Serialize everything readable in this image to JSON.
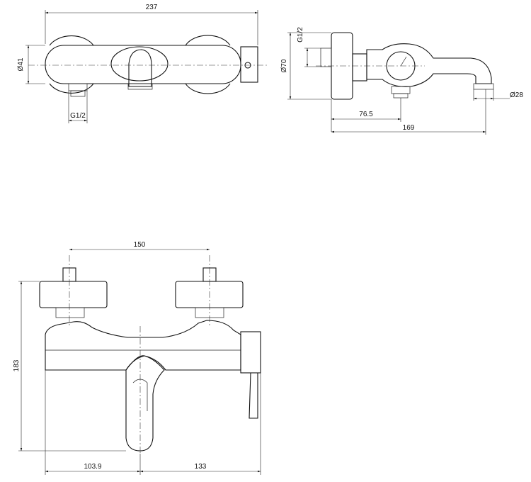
{
  "dimensions": {
    "top_view": {
      "width": "237",
      "diameter": "Ø41",
      "inlet": "G1/2"
    },
    "side_view": {
      "inlet": "G1/2",
      "diameter_body": "Ø70",
      "spout_diameter": "Ø28",
      "depth_inlet": "76.5",
      "depth_total": "169"
    },
    "front_view": {
      "centers": "150",
      "height": "183",
      "left_to_spout": "103.9",
      "spout_to_right": "133"
    }
  }
}
